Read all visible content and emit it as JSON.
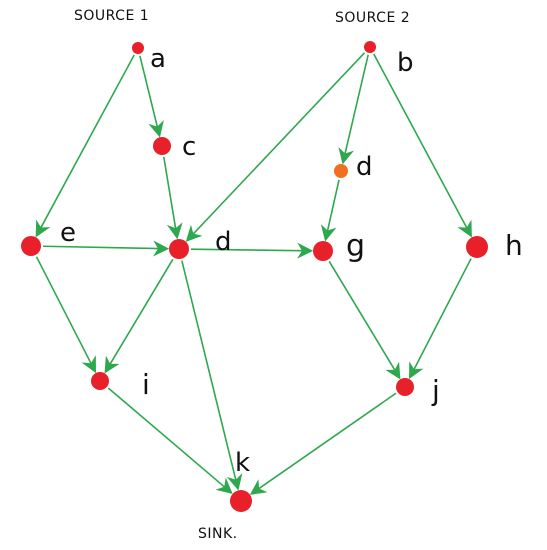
{
  "titles": {
    "source1": "SOURCE 1",
    "source2": "SOURCE 2",
    "sink": "SINK."
  },
  "colors": {
    "node": "#e8202a",
    "node_special": "#f07020",
    "edge": "#2ea84f"
  },
  "nodes": [
    {
      "id": "a",
      "label": "a"
    },
    {
      "id": "b",
      "label": "b"
    },
    {
      "id": "c",
      "label": "c"
    },
    {
      "id": "d1",
      "label": "d"
    },
    {
      "id": "d2",
      "label": "d"
    },
    {
      "id": "e",
      "label": "e"
    },
    {
      "id": "g",
      "label": "g"
    },
    {
      "id": "h",
      "label": "h"
    },
    {
      "id": "i",
      "label": "i"
    },
    {
      "id": "j",
      "label": "j"
    },
    {
      "id": "k",
      "label": "k"
    }
  ],
  "edges": [
    {
      "from": "a",
      "to": "e"
    },
    {
      "from": "a",
      "to": "c"
    },
    {
      "from": "c",
      "to": "d2"
    },
    {
      "from": "b",
      "to": "d2"
    },
    {
      "from": "b",
      "to": "d1"
    },
    {
      "from": "b",
      "to": "h"
    },
    {
      "from": "d1",
      "to": "g"
    },
    {
      "from": "e",
      "to": "d2"
    },
    {
      "from": "d2",
      "to": "g"
    },
    {
      "from": "e",
      "to": "i"
    },
    {
      "from": "d2",
      "to": "i"
    },
    {
      "from": "d2",
      "to": "k"
    },
    {
      "from": "i",
      "to": "k"
    },
    {
      "from": "g",
      "to": "j"
    },
    {
      "from": "h",
      "to": "j"
    },
    {
      "from": "j",
      "to": "k"
    }
  ]
}
